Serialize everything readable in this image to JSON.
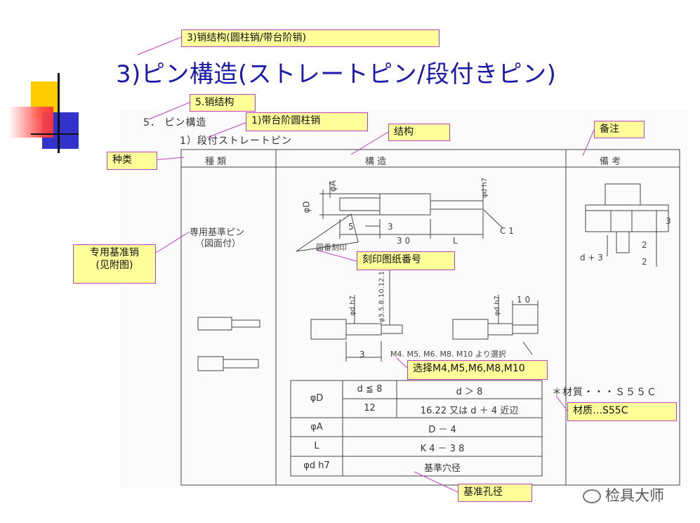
{
  "slide": {
    "title": "3)ピン構造(ストレートピン/段付きピン)",
    "watermark": "检具大师",
    "accent_colors": {
      "title": "#1a1aa8",
      "callout_fill": "#ffff99",
      "callout_border": "#c040c0",
      "deco_yellow": "#ffcc00",
      "deco_red": "#ff3333",
      "deco_blue": "#3333cc"
    }
  },
  "callouts": {
    "c_section": "3)销结构(圆柱销/带台阶销)",
    "c_pin": "5.销结构",
    "c_stepped": "1)带台阶圆柱销",
    "c_structure": "结构",
    "c_remark": "备注",
    "c_type": "种类",
    "c_special_l1": "专用基准销",
    "c_special_l2": "(见附图)",
    "c_engrave": "刻印图纸番号",
    "c_select": "选择M4,M5,M6,M8,M10",
    "c_material": "材质…S55C",
    "c_hole": "基准孔径"
  },
  "scan": {
    "section_heading": "5．  ピン構造",
    "sub_heading": "1）段付ストレートピン",
    "col_type": "種    類",
    "col_structure": "構              造",
    "col_remark": "備          考",
    "row_label_1": "専用基準ピン",
    "row_label_2": "（図面付）",
    "dim_phiA": "φA",
    "dim_phiD": "φD",
    "dim_phidh7": "φd h7",
    "dim_5": "5",
    "dim_3": "3",
    "dim_30": "3 0",
    "dim_L": "L",
    "dim_C1": "C 1",
    "engrave_label": "図番刻印",
    "dim_10": "1 0",
    "dim_series": "φ3.5.8.10.12.16",
    "thread_note": "M4.  M5.  M6.  M8.  M10  より選択",
    "remark_d3": "d + 3",
    "remark_2a": "2",
    "remark_2b": "2",
    "remark_3": "3",
    "material_note": "＊材質・・・Ｓ５５Ｃ",
    "table": {
      "r1_label": "φD",
      "r1_h1": "d ≦ 8",
      "r1_h2": "d ＞ 8",
      "r1_v1": "12",
      "r1_v2": "16.22  又は d ＋ 4 近辺",
      "r2_label": "φA",
      "r2_value": "D － 4",
      "r3_label": "L",
      "r3_value": "K 4 － 3 8",
      "r4_label": "φd h7",
      "r4_value": "基準穴径"
    }
  }
}
